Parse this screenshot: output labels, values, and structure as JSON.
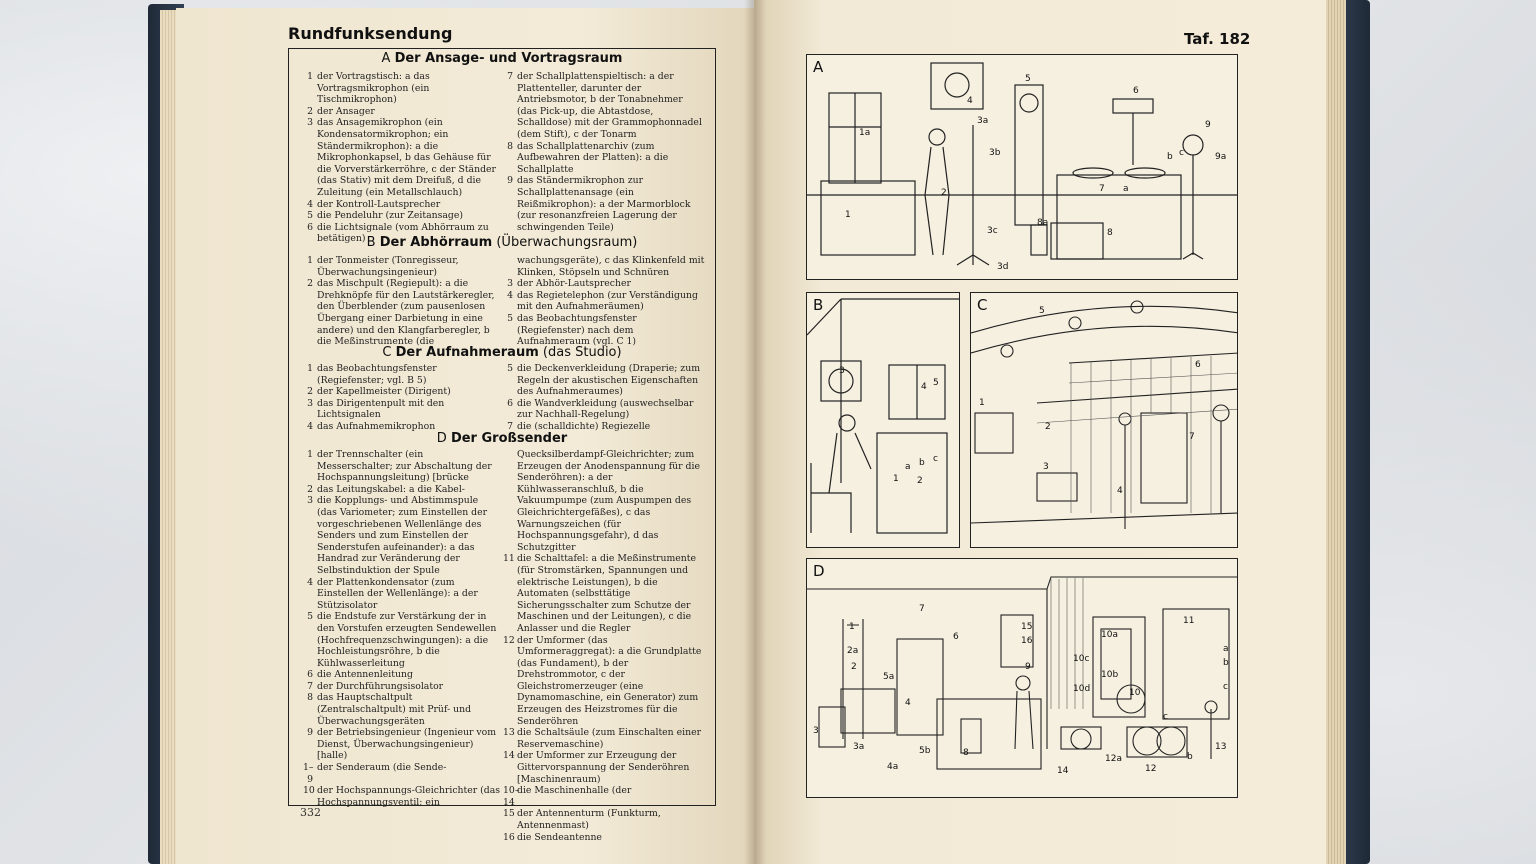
{
  "left_page": {
    "header": "Rundfunksendung",
    "page_number": "332",
    "sections": {
      "A": {
        "letter": "A",
        "title": "Der Ansage- und Vortragsraum",
        "col1": [
          {
            "n": "1",
            "t": "der Vortragstisch: a das Vortragsmikrophon (ein Tischmikrophon)"
          },
          {
            "n": "2",
            "t": "der Ansager"
          },
          {
            "n": "3",
            "t": "das Ansagemikrophon (ein Kondensatormikrophon; ein Ständermikrophon): a die Mikrophonkapsel, b das Gehäuse für die Vorverstärkerröhre, c der Ständer (das Stativ) mit dem Dreifuß, d die Zuleitung (ein Metallschlauch)"
          },
          {
            "n": "4",
            "t": "der Kontroll-Lautsprecher"
          },
          {
            "n": "5",
            "t": "die Pendeluhr (zur Zeitansage)"
          },
          {
            "n": "6",
            "t": "die Lichtsignale (vom Abhörraum zu betätigen)"
          }
        ],
        "col2": [
          {
            "n": "7",
            "t": "der Schallplattenspieltisch: a der Plattenteller, darunter der Antriebsmotor, b der Tonabnehmer (das Pick-up, die Abtastdose, Schalldose) mit der Grammophonnadel (dem Stift), c der Tonarm"
          },
          {
            "n": "8",
            "t": "das Schallplattenarchiv (zum Aufbewahren der Platten): a die Schallplatte"
          },
          {
            "n": "9",
            "t": "das Ständermikrophon zur Schallplattenansage (ein Reißmikrophon): a der Marmorblock (zur resonanzfreien Lagerung der schwingenden Teile)"
          }
        ]
      },
      "B": {
        "letter": "B",
        "title": "Der Abhörraum",
        "subtitle": "(Überwachungsraum)",
        "col1": [
          {
            "n": "1",
            "t": "der Tonmeister (Tonregisseur, Überwachungsingenieur)"
          },
          {
            "n": "2",
            "t": "das Mischpult (Regiepult): a die Drehknöpfe für den Lautstärkeregler, den Überblender (zum pausenlosen Übergang einer Darbietung in eine andere) und den Klangfarberegler, b die Meßinstrumente (die"
          }
        ],
        "col2_cont": "wachungsgeräte), c das Klinkenfeld mit Klinken, Stöpseln und Schnüren",
        "col2": [
          {
            "n": "3",
            "t": "der Abhör-Lautsprecher"
          },
          {
            "n": "4",
            "t": "das Regietelephon (zur Verständigung mit den Aufnahmeräumen)"
          },
          {
            "n": "5",
            "t": "das Beobachtungsfenster (Regiefenster) nach dem Aufnahmeraum (vgl. C 1)"
          }
        ]
      },
      "C": {
        "letter": "C",
        "title": "Der Aufnahmeraum",
        "subtitle": "(das Studio)",
        "col1": [
          {
            "n": "1",
            "t": "das Beobachtungsfenster (Regiefenster; vgl. B 5)"
          },
          {
            "n": "2",
            "t": "der Kapellmeister (Dirigent)"
          },
          {
            "n": "3",
            "t": "das Dirigentenpult mit den Lichtsignalen"
          },
          {
            "n": "4",
            "t": "das Aufnahmemikrophon"
          }
        ],
        "col2": [
          {
            "n": "5",
            "t": "die Deckenverkleidung (Draperie; zum Regeln der akustischen Eigenschaften des Aufnahmeraumes)"
          },
          {
            "n": "6",
            "t": "die Wandverkleidung (auswechselbar zur Nachhall-Regelung)"
          },
          {
            "n": "7",
            "t": "die (schalldichte) Regiezelle"
          }
        ]
      },
      "D": {
        "letter": "D",
        "title": "Der Großsender",
        "col1": [
          {
            "n": "1",
            "t": "der Trennschalter (ein Messerschalter; zur Abschaltung der Hochspannungsleitung) [brücke"
          },
          {
            "n": "2",
            "t": "das Leitungskabel: a die Kabel-"
          },
          {
            "n": "3",
            "t": "die Kopplungs- und Abstimmspule (das Variometer; zum Einstellen der vorgeschriebenen Wellenlänge des Senders und zum Einstellen der Senderstufen aufeinander): a das Handrad zur Veränderung der Selbstinduktion der Spule"
          },
          {
            "n": "4",
            "t": "der Plattenkondensator (zum Einstellen der Wellenlänge): a der Stützisolator"
          },
          {
            "n": "5",
            "t": "die Endstufe zur Verstärkung der in den Vorstufen erzeugten Sendewellen (Hochfrequenzschwingungen): a die Hochleistungsröhre, b die Kühlwasserleitung"
          },
          {
            "n": "6",
            "t": "die Antennenleitung"
          },
          {
            "n": "7",
            "t": "der Durchführungsisolator"
          },
          {
            "n": "8",
            "t": "das Hauptschaltpult (Zentralschaltpult) mit Prüf- und Überwachungsgeräten"
          },
          {
            "n": "9",
            "t": "der Betriebsingenieur (Ingenieur vom Dienst, Überwachungsingenieur) [halle)"
          },
          {
            "n": "1–9",
            "t": "der Senderaum (die Sende-"
          },
          {
            "n": "10",
            "t": "der Hochspannungs-Gleichrichter (das Hochspannungsventil; ein"
          }
        ],
        "col2_cont": "Quecksilberdampf-Gleichrichter; zum Erzeugen der Anodenspannung für die Senderöhren): a der Kühlwasseranschluß, b die Vakuumpumpe (zum Auspumpen des Gleichrichtergefäßes), c das Warnungszeichen (für Hochspannungsgefahr), d das Schutzgitter",
        "col2": [
          {
            "n": "11",
            "t": "die Schalttafel: a die Meßinstrumente (für Stromstärken, Spannungen und elektrische Leistungen), b die Automaten (selbsttätige Sicherungsschalter zum Schutze der Maschinen und der Leitungen), c die Anlasser und die Regler"
          },
          {
            "n": "12",
            "t": "der Umformer (das Umformeraggregat): a die Grundplatte (das Fundament), b der Drehstrommotor, c der Gleichstromerzeuger (eine Dynamomaschine, ein Generator) zum Erzeugen des Heizstromes für die Senderöhren"
          },
          {
            "n": "13",
            "t": "die Schaltsäule (zum Einschalten einer Reservemaschine)"
          },
          {
            "n": "14",
            "t": "der Umformer zur Erzeugung der Gittervorspannung der Senderöhren [Maschinenraum)"
          },
          {
            "n": "10–14",
            "t": "die Maschinenhalle (der"
          },
          {
            "n": "15",
            "t": "der Antennenturm (Funkturm, Antennenmast)"
          },
          {
            "n": "16",
            "t": "die Sendeantenne"
          }
        ]
      }
    }
  },
  "right_page": {
    "header": "Taf. 182",
    "panels": {
      "A": {
        "letter": "A",
        "labels": [
          "1",
          "1a",
          "2",
          "3a",
          "3b",
          "3c",
          "3d",
          "4",
          "5",
          "6",
          "7",
          "a",
          "b",
          "c",
          "8",
          "8a",
          "9",
          "9a"
        ]
      },
      "B": {
        "letter": "B",
        "labels": [
          "1",
          "2",
          "3",
          "4",
          "5",
          "a",
          "b",
          "c"
        ]
      },
      "C": {
        "letter": "C",
        "labels": [
          "1",
          "2",
          "3",
          "4",
          "5",
          "6",
          "7"
        ]
      },
      "D": {
        "letter": "D",
        "labels": [
          "1",
          "2",
          "2a",
          "3",
          "3a",
          "4",
          "4a",
          "5a",
          "5b",
          "6",
          "7",
          "8",
          "9",
          "10",
          "10a",
          "10b",
          "10c",
          "10d",
          "11",
          "a",
          "b",
          "c",
          "12",
          "12a",
          "b",
          "c",
          "13",
          "14",
          "15",
          "16"
        ]
      }
    }
  },
  "colors": {
    "page": "#f1e9d6",
    "ink": "#222222",
    "cover": "#1f2937"
  }
}
